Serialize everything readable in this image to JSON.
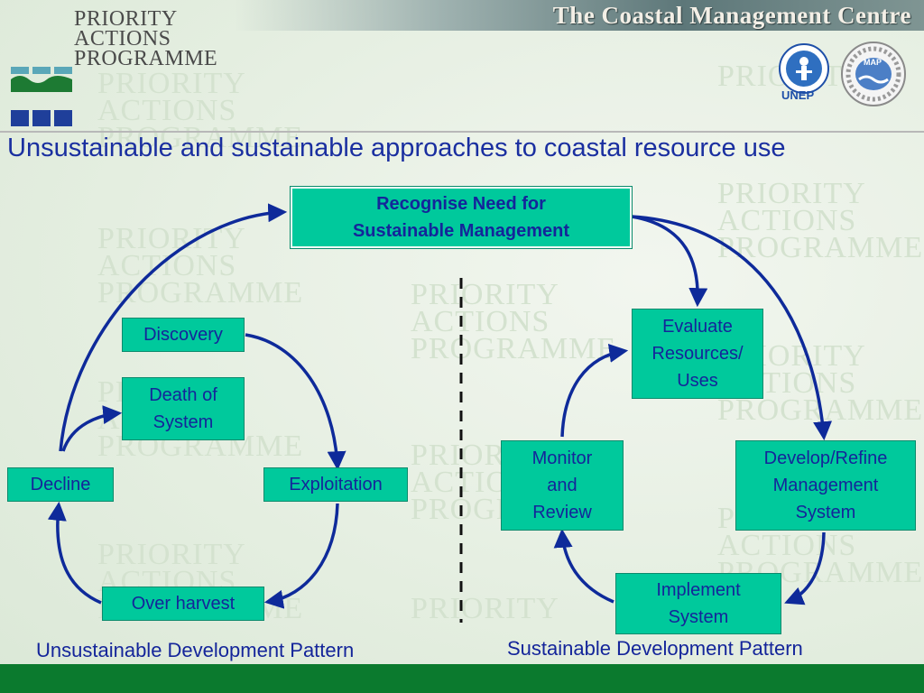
{
  "header": {
    "logo_text": [
      "PRIORITY",
      "ACTIONS",
      "PROGRAMME"
    ],
    "banner_title": "The Coastal Management Centre",
    "unep_label": "UNEP",
    "map_label": "MAP"
  },
  "title": "Unsustainable and sustainable approaches to coastal resource use",
  "diagram": {
    "top_box": [
      "Recognise Need for",
      "Sustainable Management"
    ],
    "left": {
      "discovery": "Discovery",
      "death": [
        "Death of",
        "System"
      ],
      "decline": "Decline",
      "exploitation": "Exploitation",
      "over_harvest": "Over harvest",
      "caption": "Unsustainable Development Pattern"
    },
    "right": {
      "evaluate": [
        "Evaluate",
        "Resources/",
        "Uses"
      ],
      "monitor": [
        "Monitor",
        "and",
        "Review"
      ],
      "develop": [
        "Develop/Refine",
        "Management",
        "System"
      ],
      "implement": [
        "Implement",
        "System"
      ],
      "caption": "Sustainable Development Pattern"
    }
  },
  "colors": {
    "box_fill": "#00c99c",
    "text": "#14259a",
    "arrow": "#0e2a9a",
    "footer": "#0b7a2e"
  }
}
